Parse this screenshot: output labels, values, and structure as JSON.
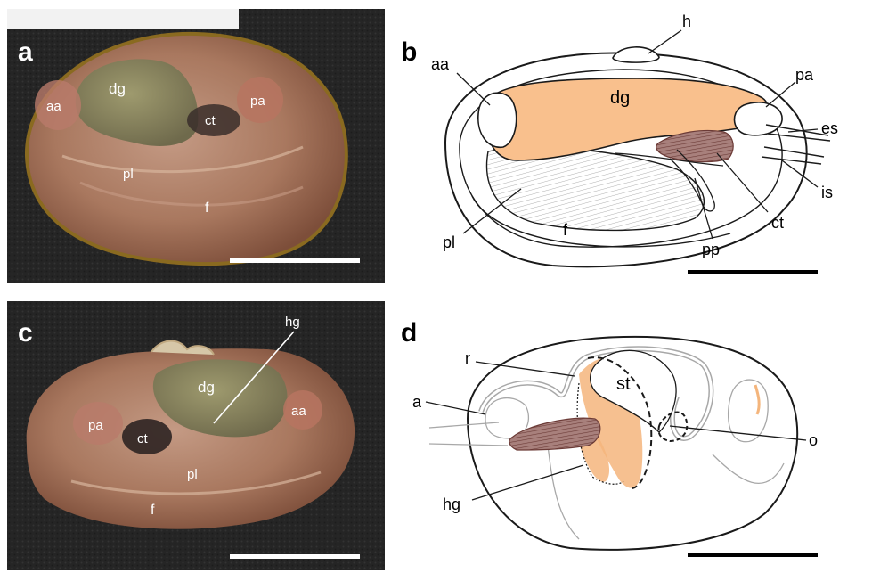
{
  "panels": {
    "a": {
      "letter": "a",
      "labels": {
        "aa": "aa",
        "dg": "dg",
        "pa": "pa",
        "ct": "ct",
        "pl": "pl",
        "f": "f"
      }
    },
    "b": {
      "letter": "b",
      "labels": {
        "aa": "aa",
        "h": "h",
        "dg": "dg",
        "pa": "pa",
        "es": "es",
        "is": "is",
        "ct": "ct",
        "pp": "pp",
        "pl": "pl",
        "f": "f"
      }
    },
    "c": {
      "letter": "c",
      "labels": {
        "hg": "hg",
        "dg": "dg",
        "pa": "pa",
        "ct": "ct",
        "aa": "aa",
        "pl": "pl",
        "f": "f"
      }
    },
    "d": {
      "letter": "d",
      "labels": {
        "r": "r",
        "a": "a",
        "st": "st",
        "o": "o",
        "hg": "hg"
      }
    }
  },
  "colors": {
    "background": "#ffffff",
    "digestive_gland": "#f9c08d",
    "muscle_brown": "#9a6a66",
    "gut_orange": "#f4b57c",
    "outline": "#1a1a1a",
    "gray_line": "#a8a8a8",
    "photo_bg": "#262626",
    "shell_brown": "#a0705c",
    "scale_bar": "#000000",
    "label_white": "#ffffff"
  }
}
